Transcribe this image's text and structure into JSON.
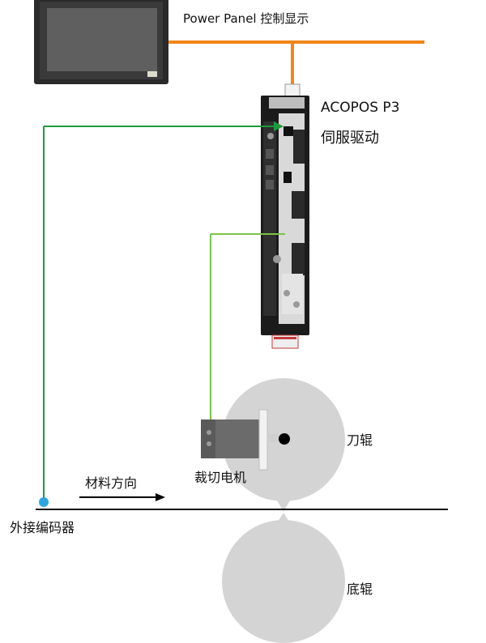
{
  "labels": {
    "panel": "Power Panel 控制显示",
    "drive_model": "ACOPOS P3",
    "drive_desc": "伺服驱动",
    "knife_roller": "刀辊",
    "motor": "裁切电机",
    "material_direction": "材料方向",
    "encoder": "外接编码器",
    "bottom_roller": "底辊"
  },
  "icons": {
    "panel": "touch-panel-icon",
    "drive": "servo-drive-icon",
    "motor": "servo-motor-icon",
    "encoder": "encoder-dot-icon",
    "arrow": "arrow-right-icon"
  },
  "colors": {
    "ethernet": "#f0861a",
    "encoder_cable": "#1f9a3a",
    "motor_cable": "#7cc24a",
    "roller": "#d4d4d4",
    "material": "#111111",
    "encoder_dot": "#29a8e0",
    "panel_frame": "#2a2a2a",
    "panel_screen": "#5f5f5f",
    "motor_body": "#6b6b6b"
  }
}
